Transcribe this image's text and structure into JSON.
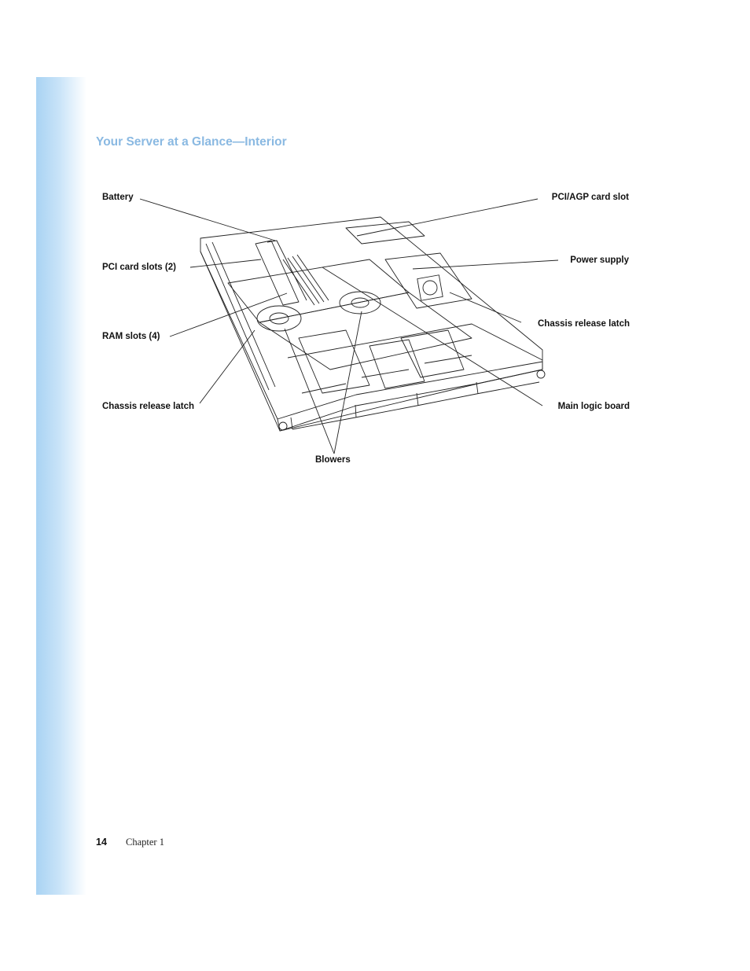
{
  "page": {
    "title": "Your Server at a Glance—Interior",
    "page_number": "14",
    "chapter": "Chapter 1"
  },
  "callouts": {
    "battery": "Battery",
    "pci_slots": "PCI card slots (2)",
    "ram_slots": "RAM slots (4)",
    "chassis_latch_left": "Chassis release latch",
    "blowers": "Blowers",
    "pci_agp_slot": "PCI/AGP card slot",
    "power_supply": "Power supply",
    "chassis_latch_right": "Chassis release latch",
    "main_logic_board": "Main logic board"
  },
  "colors": {
    "heading": "#8ab9e2",
    "band": "#a9d3f3"
  }
}
